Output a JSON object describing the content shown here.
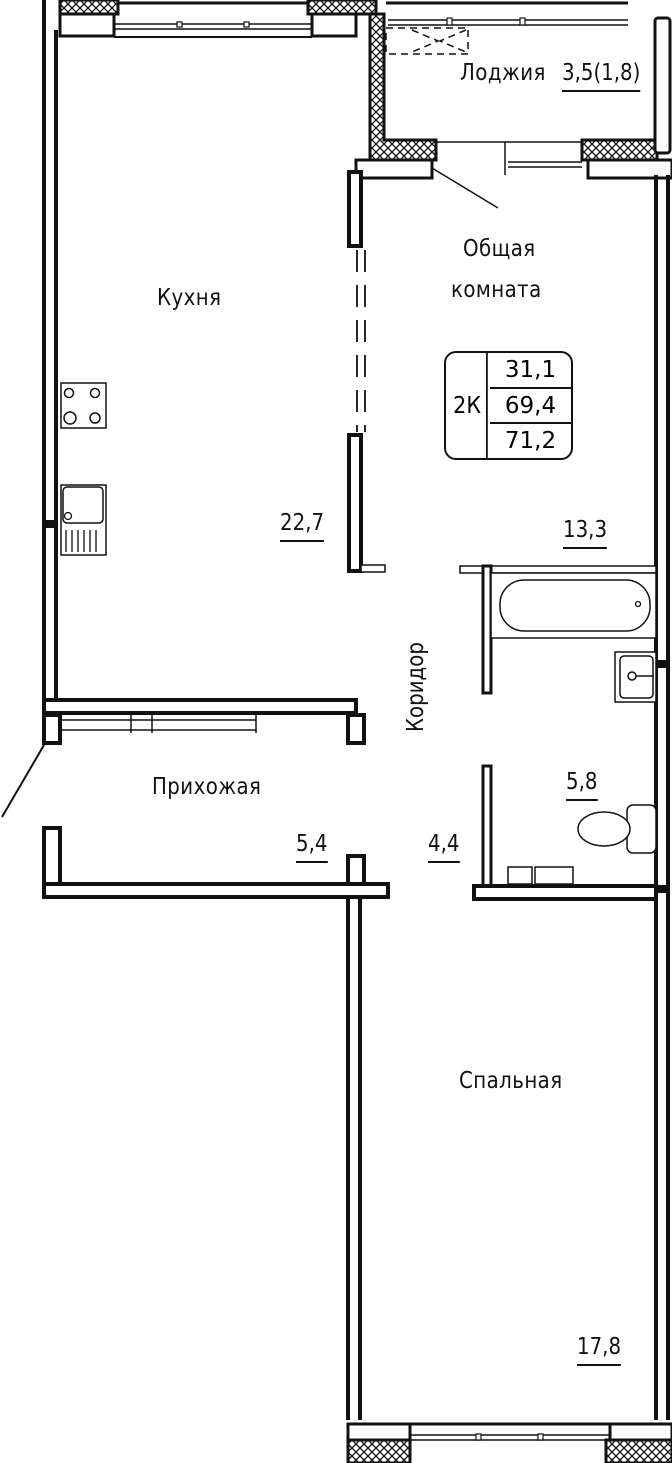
{
  "plan": {
    "apartment_type": "2К",
    "living_area": "31,1",
    "total_area": "69,4",
    "total_area_with_loggia": "71,2"
  },
  "rooms": {
    "loggia": {
      "name": "Лоджия",
      "area": "3,5(1,8)"
    },
    "living_room": {
      "name_line1": "Общая",
      "name_line2": "комната",
      "area": "13,3"
    },
    "kitchen": {
      "name": "Кухня",
      "area": "22,7"
    },
    "corridor": {
      "name": "Коридор",
      "area": "4,4"
    },
    "hallway": {
      "name": "Прихожая",
      "area": "5,4"
    },
    "bathroom": {
      "area": "5,8"
    },
    "bedroom": {
      "name": "Спальная",
      "area": "17,8"
    }
  },
  "colors": {
    "line": "#111111",
    "background": "#ffffff"
  }
}
